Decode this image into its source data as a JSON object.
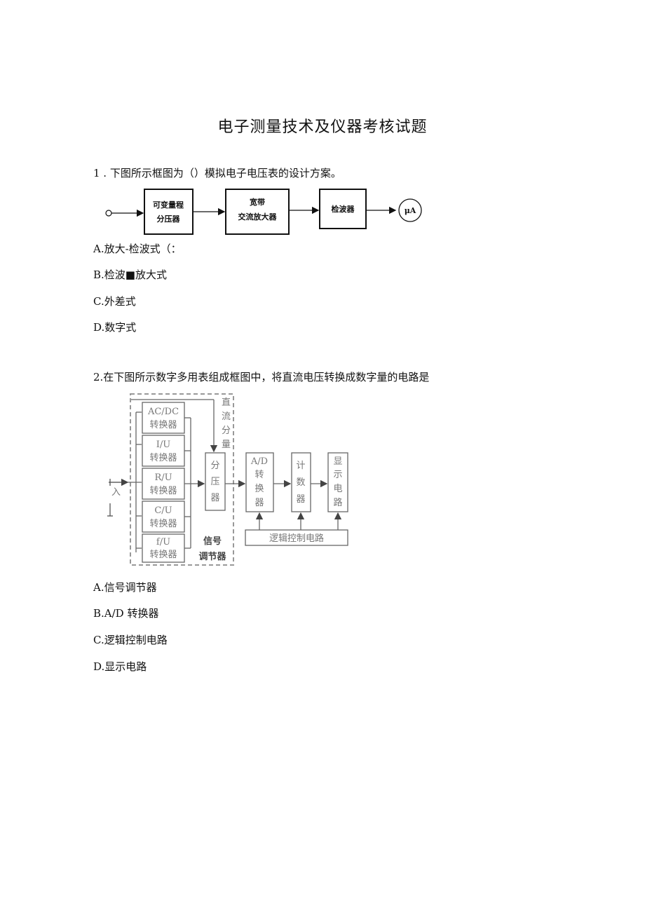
{
  "title": "电子测量技术及仪器考核试题",
  "questions": [
    {
      "stem": "1 . 下图所示框图为（）模拟电子电压表的设计方案。",
      "diagram": {
        "blocks": [
          {
            "line1": "可变量程",
            "line2": "分压器"
          },
          {
            "line1": "宽带",
            "line2": "交流放大器"
          },
          {
            "line1": "检波器",
            "line2": ""
          }
        ],
        "meter": "μA"
      },
      "options": [
        "A.放大-检波式（：",
        "B.检波■放大式",
        "C.外差式",
        "D.数字式"
      ]
    },
    {
      "stem": "2.在下图所示数字多用表组成框图中，将直流电压转换成数字量的电路是",
      "diagram": {
        "converters": [
          {
            "line1": "AC/DC",
            "line2": "转换器"
          },
          {
            "line1": "I/U",
            "line2": "转换器"
          },
          {
            "line1": "R/U",
            "line2": "转换器"
          },
          {
            "line1": "C/U",
            "line2": "转换器"
          },
          {
            "line1": "f/U",
            "line2": "转换器"
          }
        ],
        "divider": [
          "分",
          "压",
          "器"
        ],
        "dc_label": [
          "直",
          "流",
          "分",
          "量"
        ],
        "input_label": "入",
        "signal_conditioner": [
          "信号",
          "调节器"
        ],
        "ad": [
          "A/D",
          "转",
          "换",
          "器"
        ],
        "counter": [
          "计",
          "数",
          "器"
        ],
        "display": [
          "显",
          "示",
          "电",
          "路"
        ],
        "logic": "逻辑控制电路"
      },
      "options": [
        "A.信号调节器",
        "B.A/D 转换器",
        "C.逻辑控制电路",
        "D.显示电路"
      ]
    }
  ]
}
